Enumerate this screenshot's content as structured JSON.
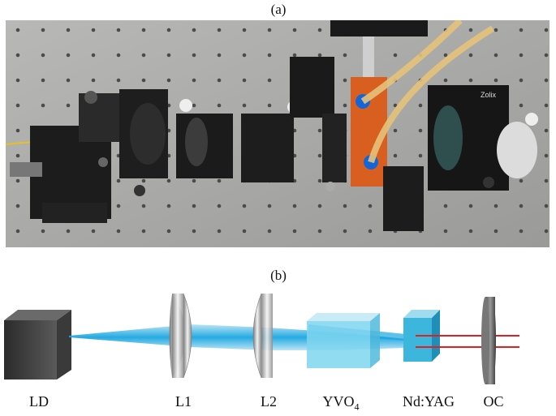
{
  "panels": {
    "a_label": "(a)",
    "b_label": "(b)"
  },
  "components": [
    {
      "id": "ld",
      "label": "LD"
    },
    {
      "id": "l1",
      "label": "L1"
    },
    {
      "id": "l2",
      "label": "L2"
    },
    {
      "id": "yvo4",
      "label": "YVO",
      "sub": "4"
    },
    {
      "id": "ndyag",
      "label": "Nd:YAG"
    },
    {
      "id": "oc",
      "label": "OC"
    }
  ],
  "photo": {
    "tube_label": "Zolix"
  },
  "colors": {
    "beam_blue": "#1aa6e0",
    "laser_red": "#e02020",
    "crystal_cyan": "#7fd6f0",
    "ld_gray": "#4a4a4a",
    "table_gray": "#a7a7a5"
  }
}
